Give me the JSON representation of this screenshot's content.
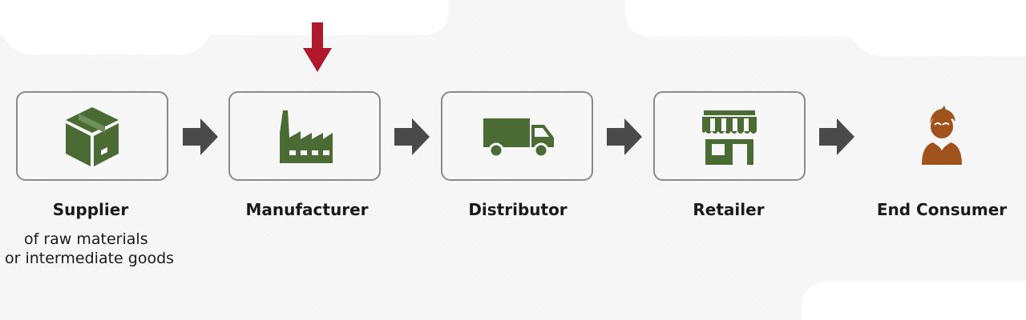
{
  "colors": {
    "icon_green": "#4b6b35",
    "arrow_gray": "#4a4a4a",
    "marker_red": "#b0182b",
    "consumer_brown": "#a0521c"
  },
  "stages": [
    {
      "label": "Supplier",
      "icon": "package-box-icon",
      "sub_lines": [
        "of raw materials",
        "or intermediate goods"
      ]
    },
    {
      "label": "Manufacturer",
      "icon": "factory-icon",
      "highlighted": true
    },
    {
      "label": "Distributor",
      "icon": "delivery-truck-icon"
    },
    {
      "label": "Retailer",
      "icon": "storefront-icon"
    },
    {
      "label": "End Consumer",
      "icon": "person-icon"
    }
  ]
}
